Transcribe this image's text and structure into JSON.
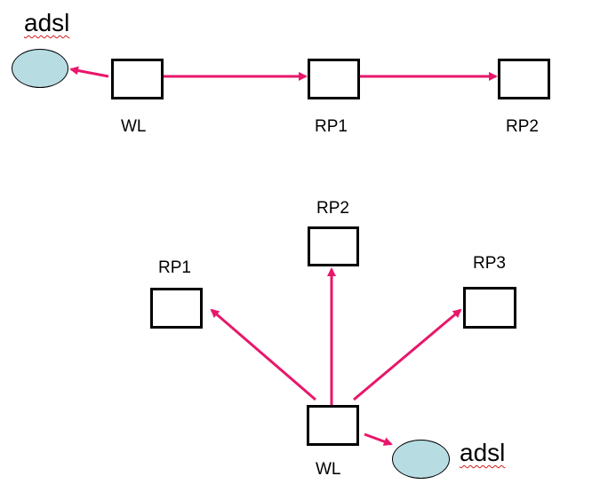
{
  "colors": {
    "arrow": "#e8176a",
    "node_fill": "#ffffff",
    "cloud_fill": "#b7dde3",
    "stroke": "#000000"
  },
  "diagram_top": {
    "labels": {
      "adsl": "adsl",
      "wl": "WL",
      "rp1": "RP1",
      "rp2": "RP2"
    }
  },
  "diagram_bottom": {
    "labels": {
      "rp1": "RP1",
      "rp2": "RP2",
      "rp3": "RP3",
      "wl": "WL",
      "adsl": "adsl"
    }
  }
}
